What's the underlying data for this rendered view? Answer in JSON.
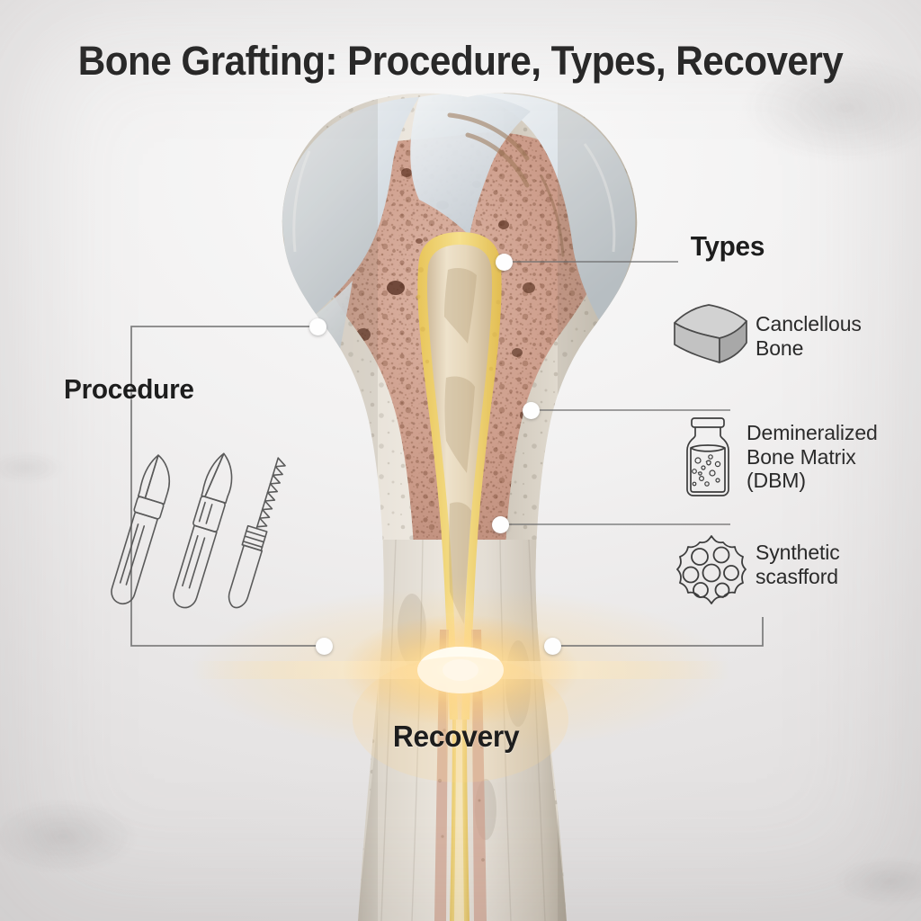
{
  "page": {
    "title": "Bone Grafting: Procedure, Types, Recovery",
    "background_color": "#eceaea",
    "text_color": "#1d1d1d"
  },
  "headings": {
    "procedure": "Procedure",
    "types": "Types",
    "recovery": "Recovery"
  },
  "graft_types": [
    {
      "label": "Canclellous\nBone",
      "icon": "cube-icon",
      "icon_color": "#9c9c9c"
    },
    {
      "label": "Demineralized\nBone Matrix\n(DBM)",
      "icon": "vial-icon",
      "icon_color": "#3a3a3a"
    },
    {
      "label": "Synthetic\nscasfford",
      "icon": "scaffold-icon",
      "icon_color": "#3a3a3a"
    }
  ],
  "procedure": {
    "icon": "surgical-instruments-icon",
    "instruments": [
      "scalpel",
      "scalpel-blade",
      "bone-saw"
    ],
    "line_color": "#4a4a4a"
  },
  "recovery": {
    "glow_label": "healing-glow",
    "glow_color": "#ffcc55"
  },
  "illustration": {
    "name": "femur-cross-section",
    "parts": [
      "articular-cartilage",
      "epiphysis",
      "cancellous-bone",
      "growth-plate",
      "endosteum",
      "medullary-cavity",
      "cortical-bone",
      "diaphysis"
    ],
    "colors": {
      "cartilage": "#dfe3e6",
      "cancellous": "#cfa394",
      "cortical": "#d9d2c6",
      "endosteum": "#f2d77a",
      "marrow": "#e8d9bd",
      "pore": "#6e4230"
    }
  },
  "callouts": [
    {
      "name": "callout-types",
      "dot": [
        560,
        291
      ],
      "line_to": [
        756,
        291
      ]
    },
    {
      "name": "callout-dbm",
      "dot": [
        590,
        456
      ],
      "line_to": [
        800,
        456
      ]
    },
    {
      "name": "callout-synthetic",
      "dot": [
        556,
        583
      ],
      "line_to": [
        800,
        583
      ]
    },
    {
      "name": "callout-procedure",
      "dot": [
        353,
        363
      ],
      "line_to": [
        146,
        363
      ]
    },
    {
      "name": "callout-recovery-left",
      "dot": [
        360,
        718
      ],
      "line_to": [
        146,
        718
      ]
    },
    {
      "name": "callout-recovery-right",
      "dot": [
        614,
        718
      ],
      "line_to": [
        848,
        718
      ]
    }
  ]
}
